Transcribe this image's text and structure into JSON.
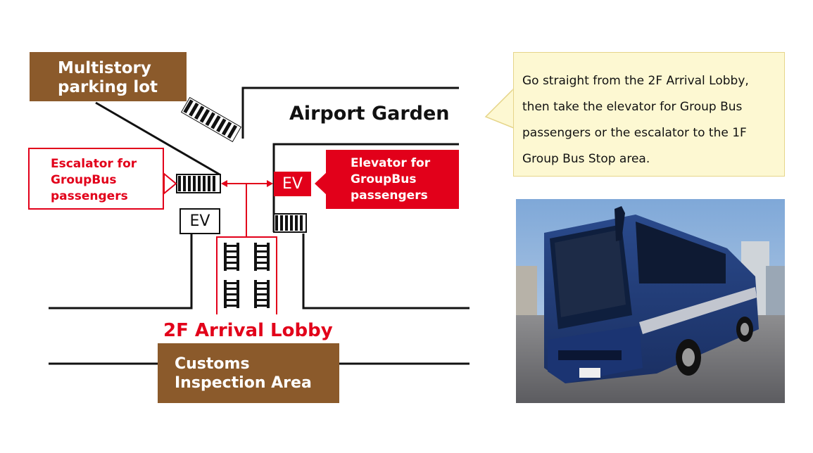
{
  "labels": {
    "parking": [
      "Multistory",
      "parking lot"
    ],
    "garden": "Airport Garden",
    "escalator_callout": [
      "Escalator for",
      "GroupBus",
      "passengers"
    ],
    "elevator_callout": [
      "Elevator for",
      "GroupBus",
      "passengers"
    ],
    "ev_left": "EV",
    "ev_right": "EV",
    "lobby": "2F Arrival Lobby",
    "customs": [
      "Customs",
      "Inspection Area"
    ]
  },
  "instruction": "Go straight from the 2F Arrival Lobby, then take the elevator for Group Bus passengers or the escalator to the 1F Group Bus Stop area.",
  "photo": {
    "subject": "blue-coach-bus"
  },
  "colors": {
    "brown": "#8b5a2b",
    "red": "#e2001a",
    "bubble": "#fdf8d2",
    "bus": "#1f3a78"
  }
}
